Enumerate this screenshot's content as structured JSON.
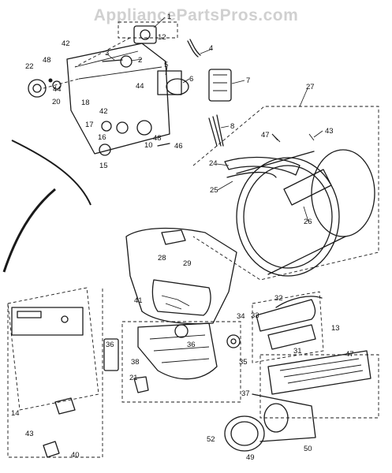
{
  "watermark": "AppliancePartsPros.com",
  "callouts": [
    "1",
    "2",
    "3",
    "4",
    "5",
    "6",
    "7",
    "8",
    "10",
    "12",
    "13",
    "14",
    "15",
    "16",
    "17",
    "18",
    "20",
    "21",
    "22",
    "24",
    "25",
    "26",
    "27",
    "28",
    "29",
    "31",
    "32",
    "33",
    "34",
    "35",
    "36",
    "36",
    "37",
    "38",
    "40",
    "41",
    "42",
    "42",
    "43",
    "43",
    "44",
    "44",
    "46",
    "47",
    "47",
    "48",
    "48",
    "49",
    "50",
    "52"
  ],
  "colors": {
    "line": "#1a1a1a",
    "watermark": "#aaaaaa",
    "background": "#ffffff"
  }
}
